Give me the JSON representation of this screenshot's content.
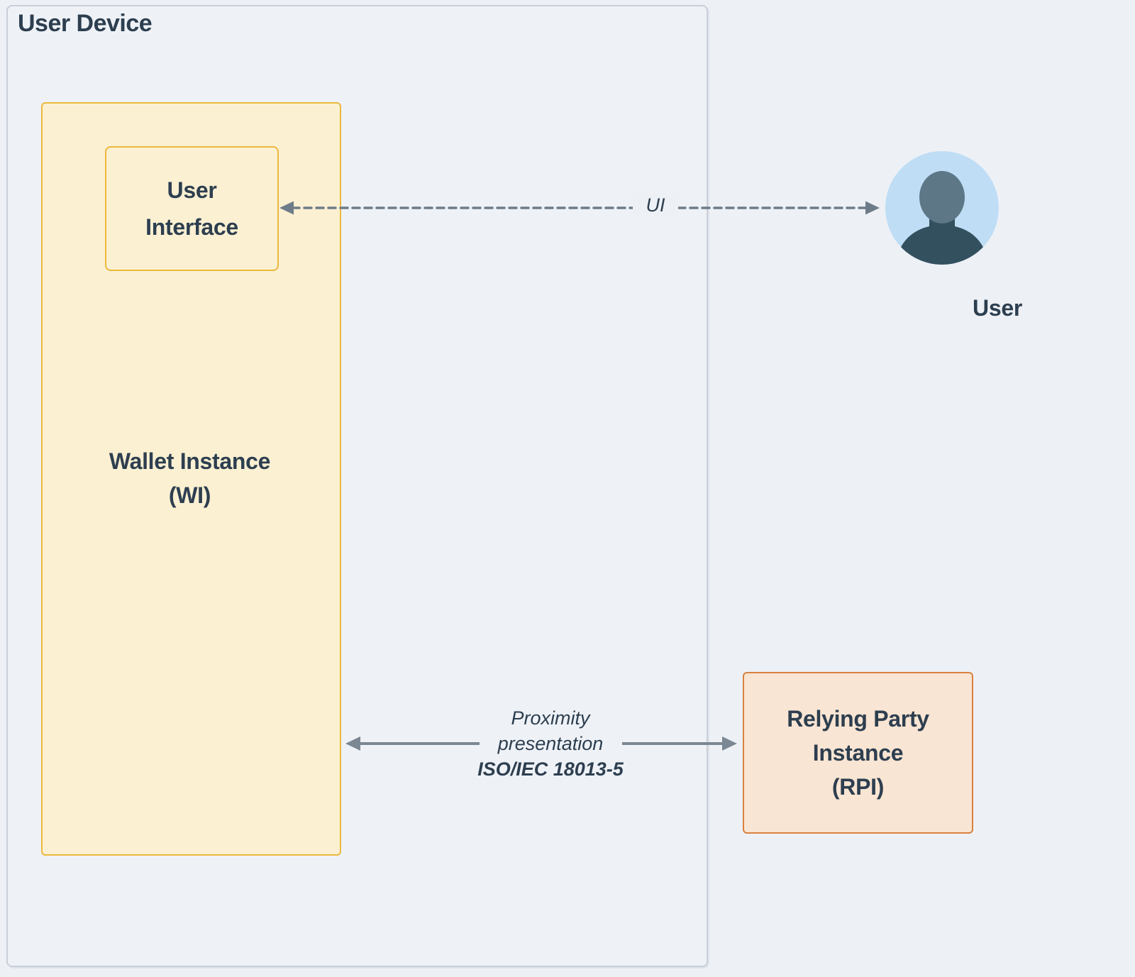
{
  "colors": {
    "background": "#edf1f6",
    "device_border": "#c9cfd8",
    "wallet_fill": "#fbf0d2",
    "wallet_border": "#ecb83d",
    "rpi_fill": "#f9e5d3",
    "rpi_border": "#d9813e",
    "text_dark": "#2d3e4f",
    "solid_arrow": "#7b8793",
    "dashed_arrow": "#6e7c89",
    "avatar_circle": "#bfddf5",
    "avatar_head": "#5d7787",
    "avatar_body": "#33505f"
  },
  "diagram": {
    "user_device": {
      "title": "User Device"
    },
    "wallet_instance": {
      "lines": [
        "Wallet Instance",
        "(WI)"
      ]
    },
    "user_interface": {
      "lines": [
        "User",
        "Interface"
      ]
    },
    "user_actor": {
      "label": "User"
    },
    "relying_party": {
      "lines": [
        "Relying Party",
        "Instance",
        "(RPI)"
      ]
    },
    "edges": {
      "ui": {
        "label": "UI",
        "style": "dashed",
        "direction": "bidirectional"
      },
      "proximity": {
        "lines": [
          "Proximity",
          "presentation",
          "ISO/IEC 18013-5"
        ],
        "style": "solid",
        "direction": "bidirectional"
      }
    }
  }
}
